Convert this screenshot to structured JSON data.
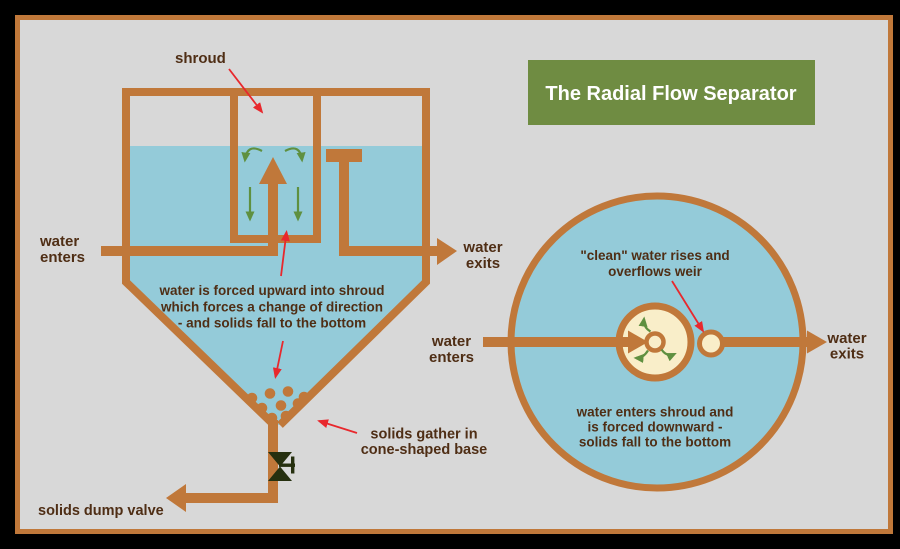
{
  "title": "The Radial Flow Separator",
  "colors": {
    "outer_background": "#000000",
    "panel_background": "#d8d8d8",
    "frame_and_pipes": "#c0783a",
    "water": "#94cbd9",
    "shroud_interior": "#f9eec9",
    "title_box": "#6f8c42",
    "title_text": "#ffffff",
    "label_text": "#4f2e15",
    "flow_arrows_green": "#5f9040",
    "pointer_arrows_red": "#e8282d",
    "valve": "#26300f"
  },
  "left_diagram": {
    "shroud_label": "shroud",
    "water_enters": [
      "water",
      "enters"
    ],
    "water_exits": [
      "water",
      "exits"
    ],
    "annotation": [
      "water is forced upward into shroud",
      "which forces a change of direction",
      "- and solids fall to the bottom"
    ],
    "solids_note": [
      "solids gather in",
      "cone-shaped base"
    ],
    "dump_valve_label": "solids dump valve"
  },
  "right_diagram": {
    "water_enters": [
      "water",
      "enters"
    ],
    "water_exits": [
      "water",
      "exits"
    ],
    "weir_note": [
      "\"clean\" water rises and",
      "overflows weir"
    ],
    "shroud_note": [
      "water enters shroud and",
      "is forced downward -",
      "solids fall to the bottom"
    ]
  }
}
